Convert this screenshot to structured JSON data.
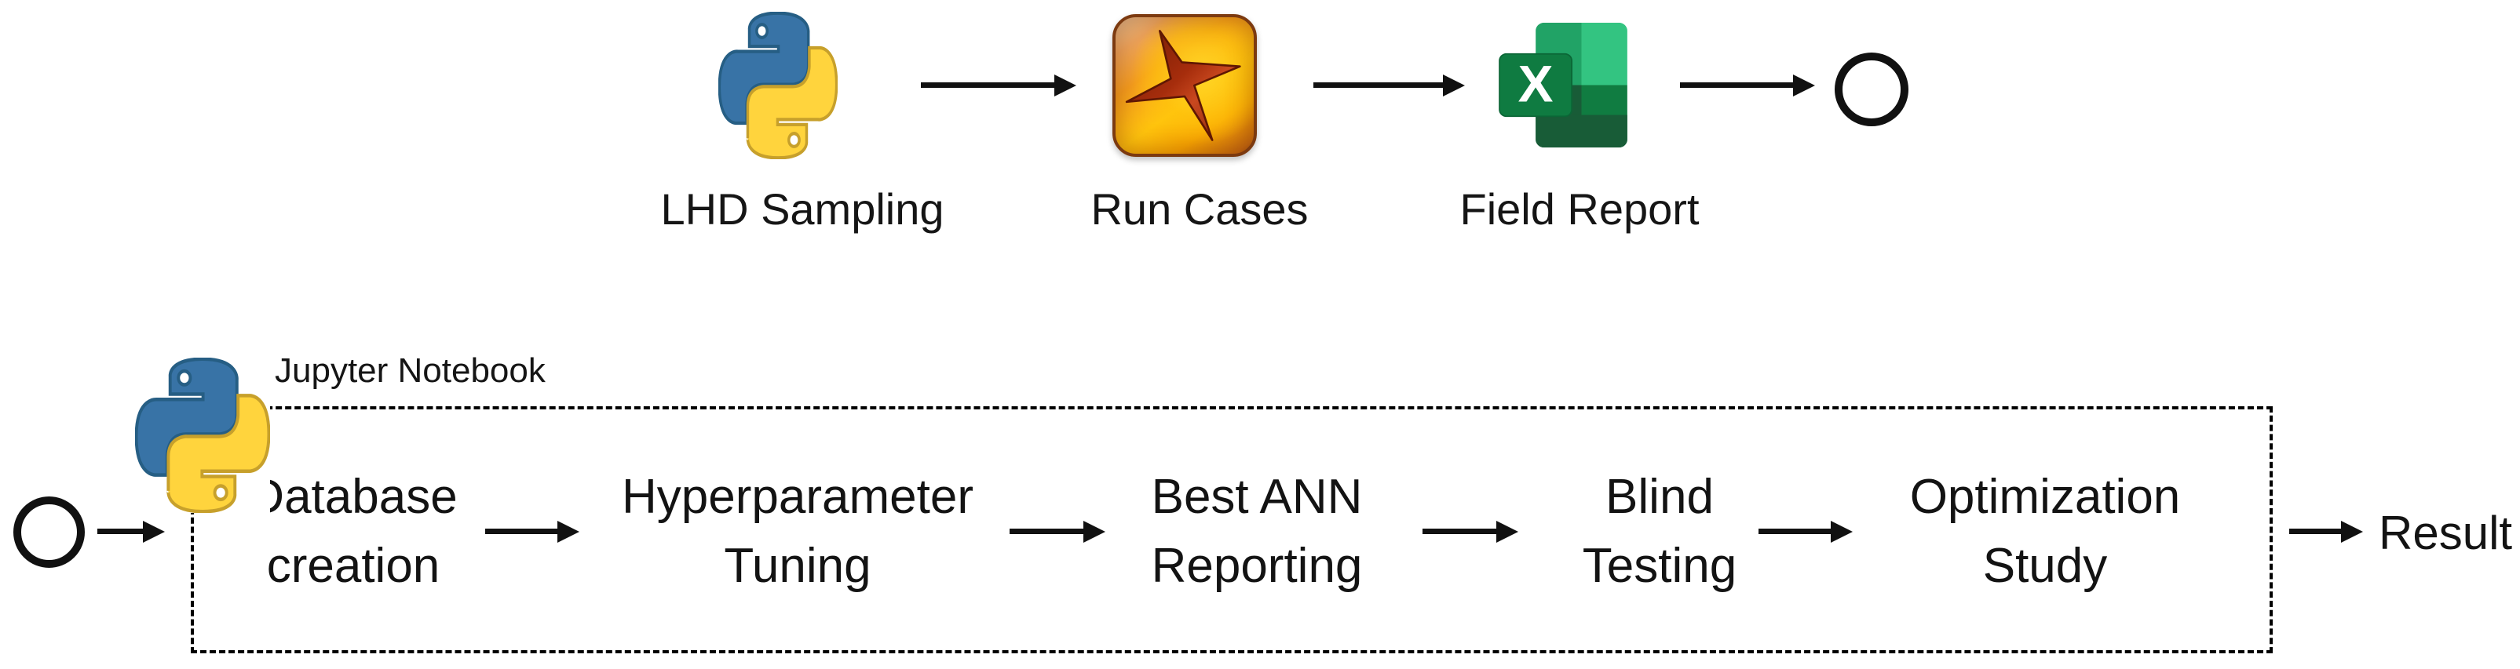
{
  "diagram": {
    "top_flow": {
      "steps": [
        {
          "label": "LHD Sampling",
          "icon": "python-logo"
        },
        {
          "label": "Run Cases",
          "icon": "reservoir-simulator"
        },
        {
          "label": "Field Report",
          "icon": "excel"
        }
      ],
      "terminal_node": "circle"
    },
    "bottom_flow": {
      "container_label": "Jupyter Notebook",
      "container_icon": "python-logo",
      "start_node": "circle",
      "stages": [
        {
          "line1": "Database",
          "line2": "creation"
        },
        {
          "line1": "Hyperparameter",
          "line2": "Tuning"
        },
        {
          "line1": "Best ANN",
          "line2": "Reporting"
        },
        {
          "line1": "Blind",
          "line2": "Testing"
        },
        {
          "line1": "Optimization",
          "line2": "Study"
        }
      ],
      "output_label": "Result"
    },
    "excel_letter": "X",
    "colors": {
      "python_blue": "#3873A6",
      "python_blue_outline": "#265E84",
      "python_yellow": "#FFD43D",
      "python_yellow_outline": "#C7A02B",
      "simulator_orange": "#FFC40D",
      "simulator_border": "#7C3A10",
      "simulator_star_red": "#A62D0C",
      "excel_green_darkest": "#185C37",
      "excel_green_dark": "#107C41",
      "excel_green_mid": "#21A366",
      "excel_green_light": "#33C481",
      "line_black": "#111111"
    }
  }
}
